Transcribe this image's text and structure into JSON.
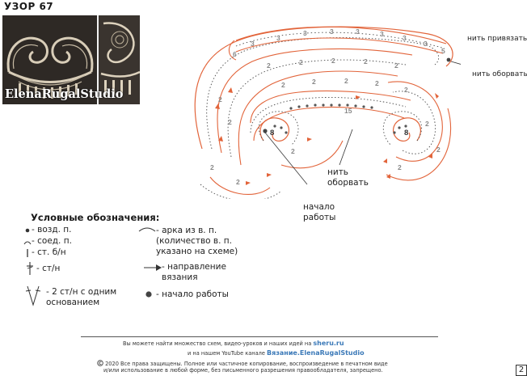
{
  "header": {
    "title": "УЗОР 67"
  },
  "photo": {
    "watermark": "ElenaRugalStudio"
  },
  "diagram": {
    "labels": {
      "n3": "3",
      "n2": "2",
      "n6": "6",
      "n5": "5",
      "n15": "15",
      "n8": "8"
    },
    "annotations": {
      "attach": "нить привязать",
      "cut_top": "нить оборвать",
      "cut_bottom": "нить\nоборвать",
      "start": "начало\nработы"
    },
    "colors": {
      "chain": "#e2643a",
      "stitch": "#4a4a4a",
      "dot": "#555555",
      "number": "#888888"
    }
  },
  "legend": {
    "title": "Условные обозначения:",
    "chain": "- возд. п.",
    "slip": "- соед. п.",
    "sc": "- ст. б/н",
    "dc": "- ст/н",
    "dc2": "- 2 ст/н с одним\nоснованием",
    "arch": "- арка из в. п.\n(количество в. п.\nуказано на схеме)",
    "direction": "- направление\nвязания",
    "start": "- начало работы"
  },
  "footer": {
    "line1_text": "Вы можете найти множество схем, видео-уроков и наших идей на",
    "line1_link": "sheru.ru",
    "line2_text": "и на нашем YouTube канале",
    "line2_link": "Вязание.ElenaRugalStudio",
    "line3": "2020 Все права защищены. Полное или частичное копирование, воспроизведение в печатном виде",
    "line4": "и/или использование в любой форме, без письменного разрешения правообладателя, запрещено.",
    "copyright_icon": "copyright-icon",
    "page_number": "2"
  }
}
